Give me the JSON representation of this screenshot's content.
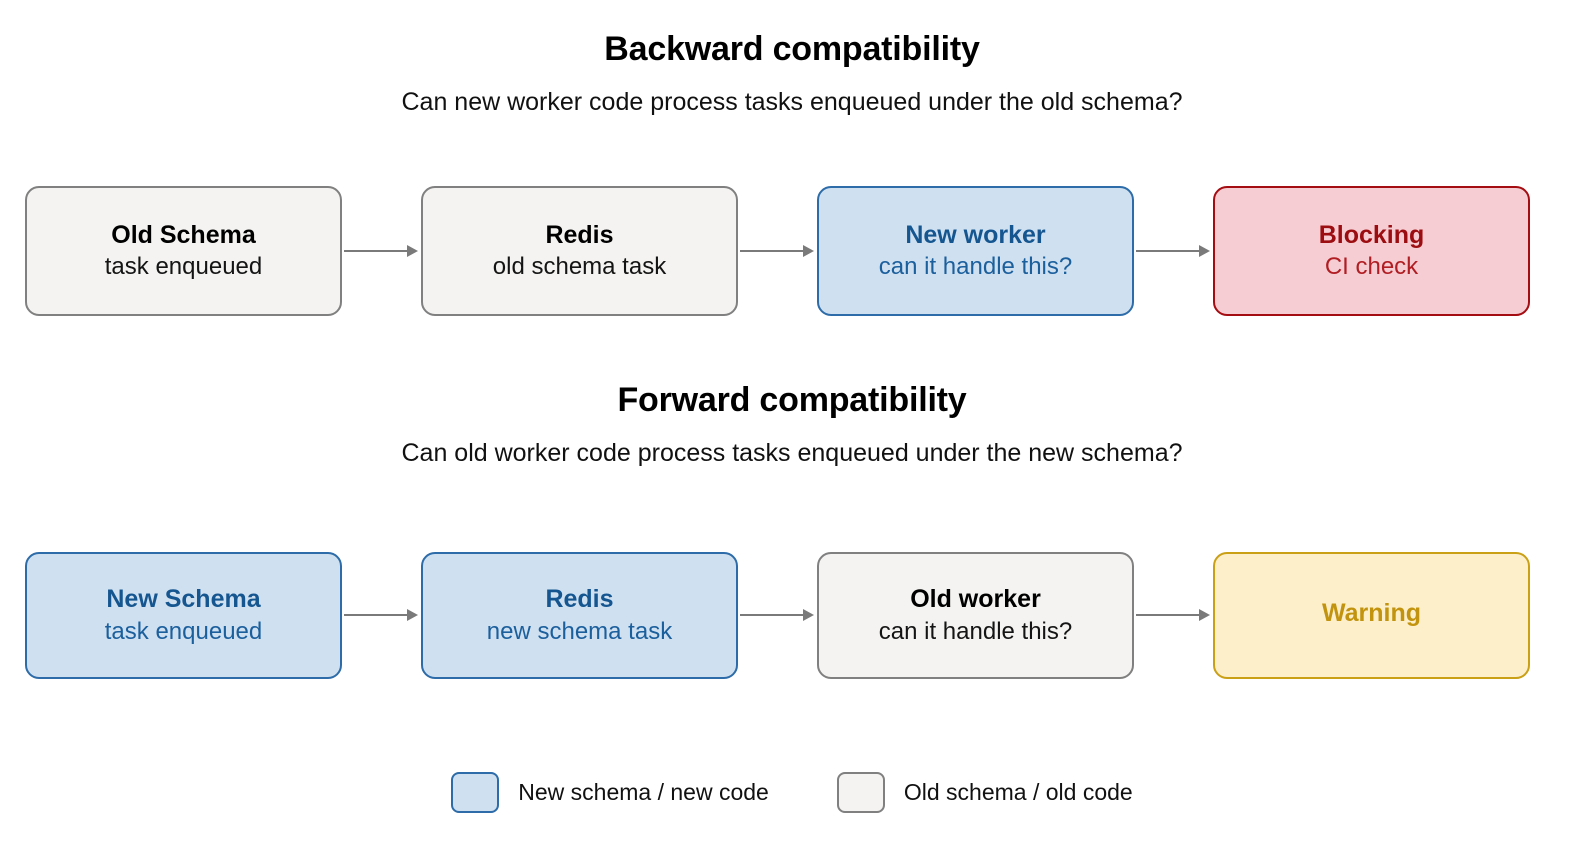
{
  "page": {
    "background": "#ffffff"
  },
  "palette": {
    "new_fill": "#cfe0f1",
    "new_border": "#2d6ca8",
    "new_text": "#155690",
    "old_fill": "#f4f3f1",
    "old_border": "#808080",
    "old_text": "#000000",
    "blocking_fill": "#f5cdd2",
    "blocking_border": "#a40d12",
    "blocking_text": "#9c0d11",
    "warning_fill": "#fdefca",
    "warning_border": "#caa017",
    "warning_text": "#c2930e",
    "arrow": "#7a7a7a"
  },
  "sections": [
    {
      "title": "Backward compatibility",
      "subtitle": "Can new worker code process tasks enqueued under the old schema?",
      "nodes": [
        {
          "title": "Old Schema",
          "subtitle": "task enqueued",
          "variant": "old"
        },
        {
          "title": "Redis",
          "subtitle": "old schema task",
          "variant": "old"
        },
        {
          "title": "New worker",
          "subtitle": "can it handle this?",
          "variant": "new"
        },
        {
          "title": "Blocking",
          "subtitle": "CI check",
          "variant": "blocking"
        }
      ]
    },
    {
      "title": "Forward compatibility",
      "subtitle": "Can old worker code process tasks enqueued under the new schema?",
      "nodes": [
        {
          "title": "New Schema",
          "subtitle": "task enqueued",
          "variant": "new"
        },
        {
          "title": "Redis",
          "subtitle": "new schema task",
          "variant": "new"
        },
        {
          "title": "Old worker",
          "subtitle": "can it handle this?",
          "variant": "old"
        },
        {
          "title": "Warning",
          "subtitle": "",
          "variant": "warning"
        }
      ]
    }
  ],
  "legend": {
    "items": [
      {
        "label": "New schema / new code",
        "variant": "new"
      },
      {
        "label": "Old schema / old code",
        "variant": "old"
      }
    ]
  }
}
